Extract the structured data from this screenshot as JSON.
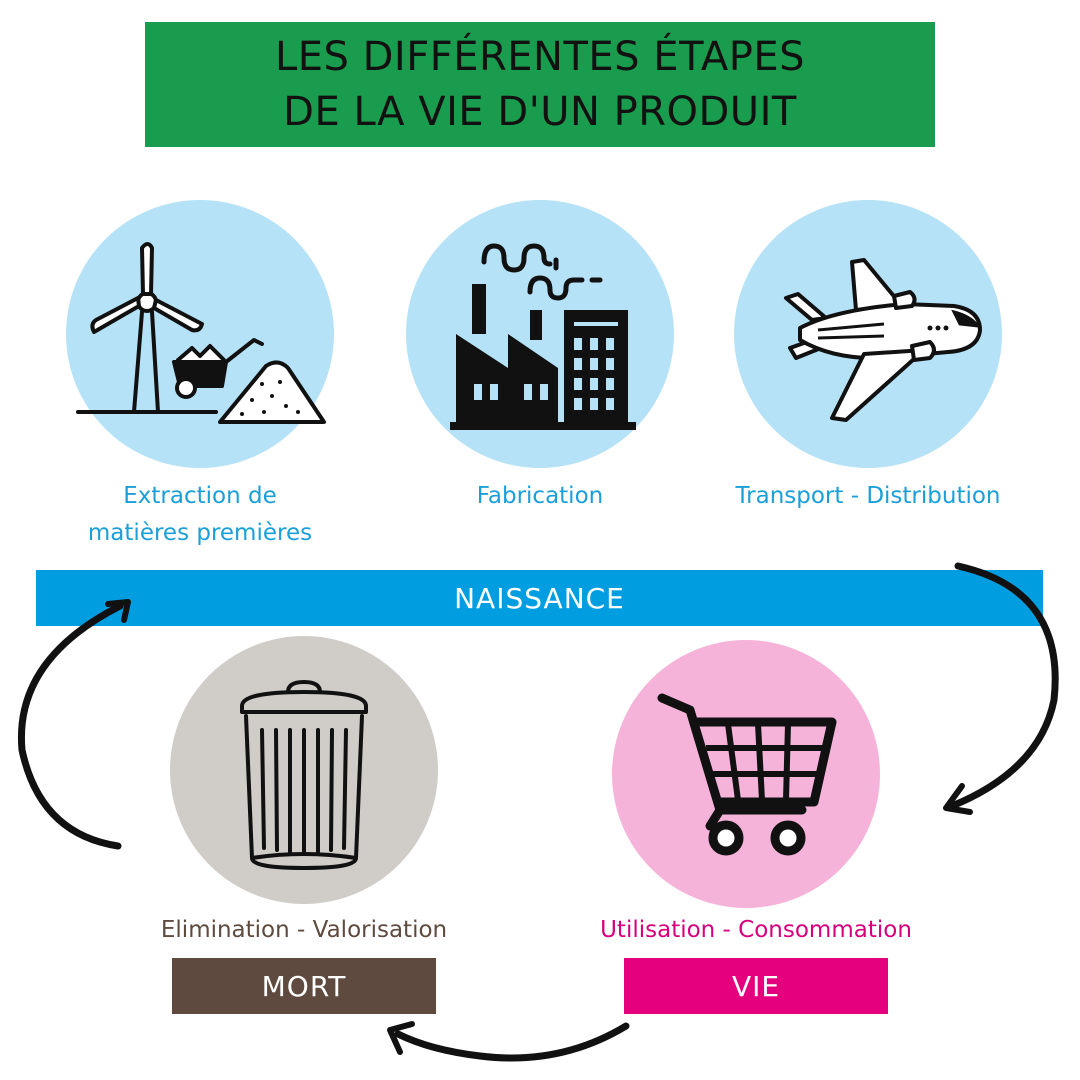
{
  "title": {
    "line1": "LES DIFFÉRENTES ÉTAPES",
    "line2": "DE LA VIE D'UN PRODUIT",
    "color": "#1a9c4f"
  },
  "stages": [
    {
      "icon": "wind-turbine-mining-icon",
      "label_line1": "Extraction de",
      "label_line2": "matières premières",
      "circle_color": "#b5e2f7",
      "label_color": "#1a9fd9"
    },
    {
      "icon": "factory-icon",
      "label_line1": "Fabrication",
      "circle_color": "#b5e2f7",
      "label_color": "#1a9fd9"
    },
    {
      "icon": "airplane-icon",
      "label_line1": "Transport - Distribution",
      "circle_color": "#b5e2f7",
      "label_color": "#1a9fd9"
    },
    {
      "icon": "shopping-cart-icon",
      "label_line1": "Utilisation - Consommation",
      "circle_color": "#f6b3da",
      "label_color": "#d6007e"
    },
    {
      "icon": "trash-can-icon",
      "label_line1": "Elimination - Valorisation",
      "circle_color": "#d0ccc8",
      "label_color": "#5e4a3e"
    }
  ],
  "phases": {
    "birth": {
      "label": "NAISSANCE",
      "color": "#009ee0"
    },
    "life": {
      "label": "VIE",
      "color": "#e5007e"
    },
    "death": {
      "label": "MORT",
      "color": "#5e4a3e"
    }
  },
  "cycle_arrows": [
    "naissance-to-vie",
    "vie-to-mort",
    "mort-to-naissance"
  ]
}
